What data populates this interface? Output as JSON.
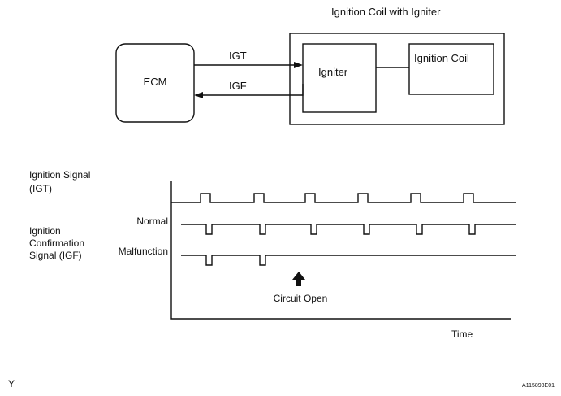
{
  "block_diagram": {
    "outer_title": "Ignition Coil with Igniter",
    "ecm_label": "ECM",
    "igniter_label": "Igniter",
    "coil_label": "Ignition Coil",
    "igt_label": "IGT",
    "igf_label": "IGF"
  },
  "timing_chart": {
    "igt_label_line1": "Ignition Signal",
    "igt_label_line2": "(IGT)",
    "igf_label_line1": "Ignition",
    "igf_label_line2": "Confirmation",
    "igf_label_line3": "Signal (IGF)",
    "normal_label": "Normal",
    "malfunction_label": "Malfunction",
    "arrow_label": "Circuit Open",
    "x_label": "Time",
    "igt_pulse_count": 6,
    "normal_pulse_count": 6,
    "malfunction_pulse_count": 2
  },
  "footer": {
    "left_code": "Y",
    "right_code": "A115898E01"
  }
}
